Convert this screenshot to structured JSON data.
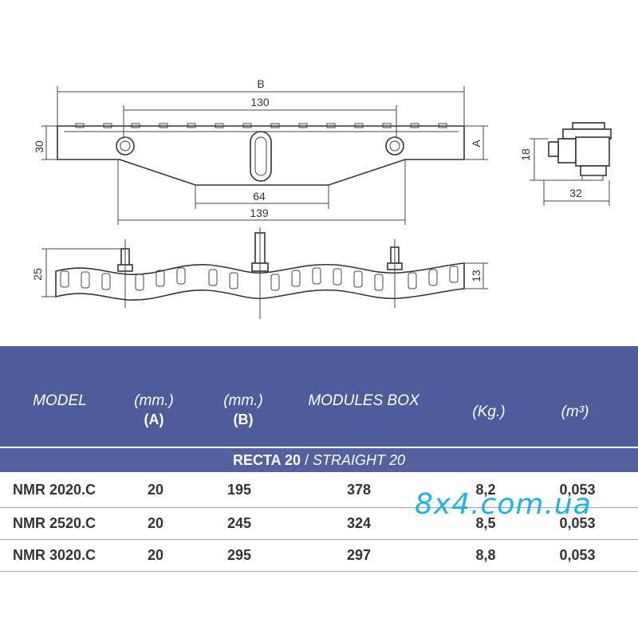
{
  "drawing": {
    "dims": {
      "B": "B",
      "d130": "130",
      "d30": "30",
      "A": "A",
      "d64": "64",
      "d139": "139",
      "d18": "18",
      "d32": "32",
      "d25": "25",
      "d13": "13"
    }
  },
  "table": {
    "headers": {
      "model": "MODEL",
      "mm_a_unit": "(mm.)",
      "mm_a_letter": "(A)",
      "mm_b_unit": "(mm.)",
      "mm_b_letter": "(B)",
      "modules_box": "MODULES BOX",
      "kg": "(Kg.)",
      "m3": "(m³)"
    },
    "section": {
      "bold": "RECTA 20",
      "sep": " / ",
      "italic": "STRAIGHT 20"
    },
    "rows": [
      {
        "model": "NMR 2020.C",
        "a": "20",
        "b": "195",
        "modules": "378",
        "kg": "8,2",
        "m3": "0,053"
      },
      {
        "model": "NMR 2520.C",
        "a": "20",
        "b": "245",
        "modules": "324",
        "kg": "8,5",
        "m3": "0,053"
      },
      {
        "model": "NMR 3020.C",
        "a": "20",
        "b": "295",
        "modules": "297",
        "kg": "8,8",
        "m3": "0,053"
      }
    ]
  },
  "watermark": "8x4.com.ua"
}
